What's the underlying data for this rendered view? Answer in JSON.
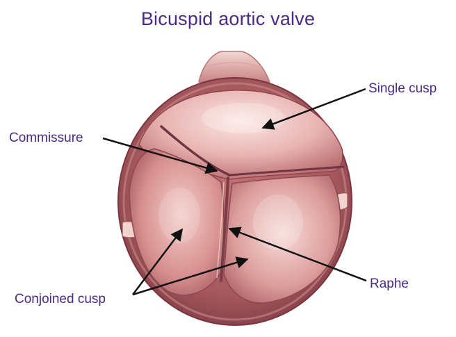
{
  "title": "Bicuspid aortic valve",
  "labels": {
    "single_cusp": "Single cusp",
    "commissure": "Commissure",
    "raphe": "Raphe",
    "conjoined_cusp": "Conjoined cusp"
  },
  "colors": {
    "title_text": "#4b2a86",
    "tissue_light": "#f4d3cf",
    "tissue_mid": "#d99a98",
    "tissue_dark": "#9a4d55",
    "arrow": "#111111"
  }
}
